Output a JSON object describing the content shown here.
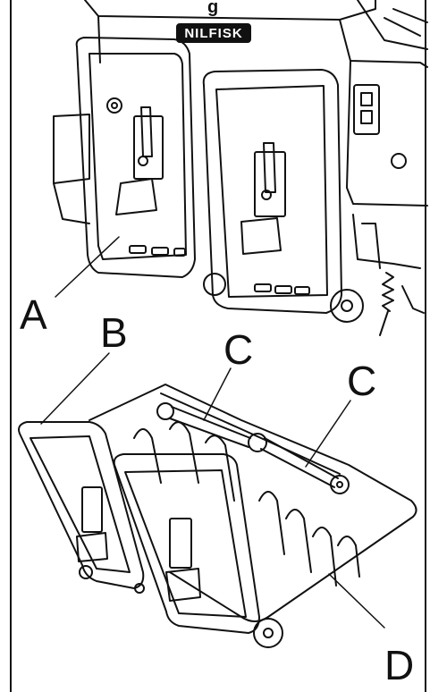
{
  "header_fragment": "g",
  "brand": "NILFISK",
  "callouts": [
    {
      "id": "A",
      "text": "A"
    },
    {
      "id": "B",
      "text": "B"
    },
    {
      "id": "C1",
      "text": "C"
    },
    {
      "id": "C2",
      "text": "C"
    },
    {
      "id": "D",
      "text": "D"
    }
  ]
}
